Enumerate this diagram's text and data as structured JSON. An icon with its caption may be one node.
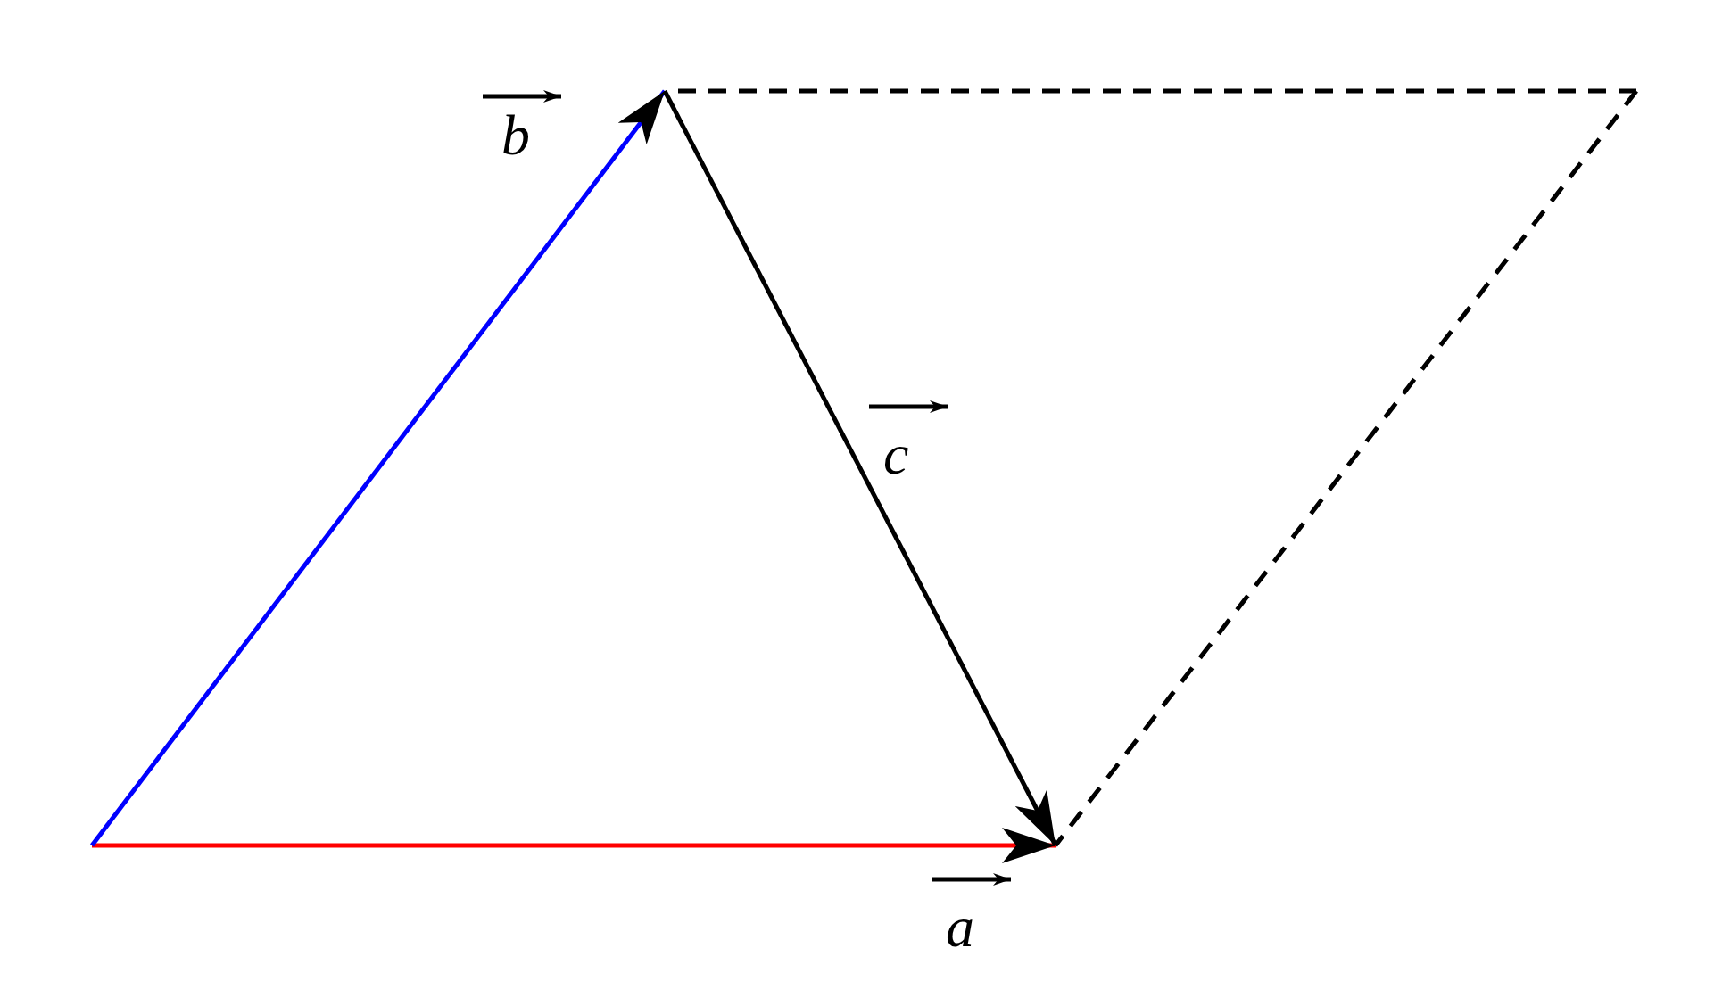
{
  "diagram": {
    "labels": [
      "b",
      "c",
      "a"
    ]
  }
}
